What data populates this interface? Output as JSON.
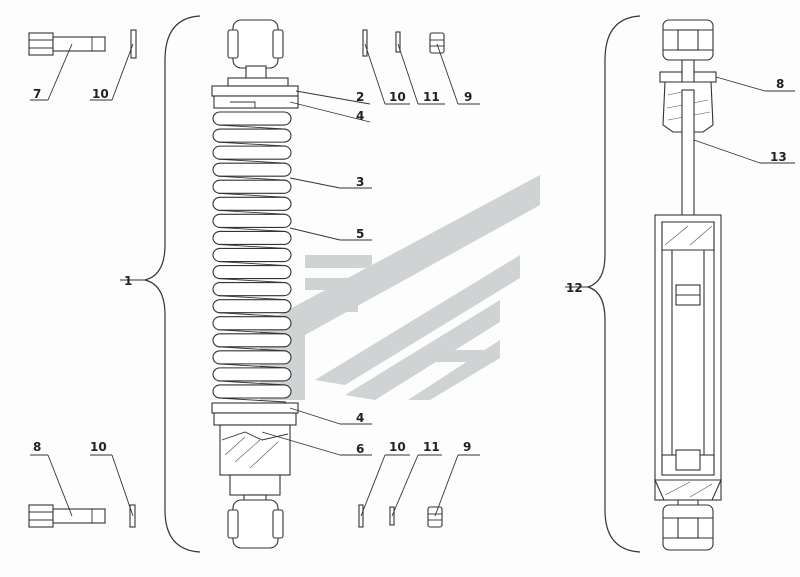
{
  "callouts": [
    {
      "id": "c1",
      "text": "1"
    },
    {
      "id": "c2",
      "text": "2"
    },
    {
      "id": "c3",
      "text": "3"
    },
    {
      "id": "c4a",
      "text": "4"
    },
    {
      "id": "c4b",
      "text": "4"
    },
    {
      "id": "c5",
      "text": "5"
    },
    {
      "id": "c6",
      "text": "6"
    },
    {
      "id": "c7",
      "text": "7"
    },
    {
      "id": "c8a",
      "text": "8"
    },
    {
      "id": "c8b",
      "text": "8"
    },
    {
      "id": "c9a",
      "text": "9"
    },
    {
      "id": "c9b",
      "text": "9"
    },
    {
      "id": "c10a",
      "text": "10"
    },
    {
      "id": "c10b",
      "text": "10"
    },
    {
      "id": "c10c",
      "text": "10"
    },
    {
      "id": "c10d",
      "text": "10"
    },
    {
      "id": "c11a",
      "text": "11"
    },
    {
      "id": "c11b",
      "text": "11"
    },
    {
      "id": "c12",
      "text": "12"
    },
    {
      "id": "c13",
      "text": "13"
    }
  ],
  "colors": {
    "line": "#333333",
    "watermark": "#cfd3d3",
    "background": "#fdfdfd"
  },
  "watermark": {
    "icon": "logo-watermark-icon"
  }
}
